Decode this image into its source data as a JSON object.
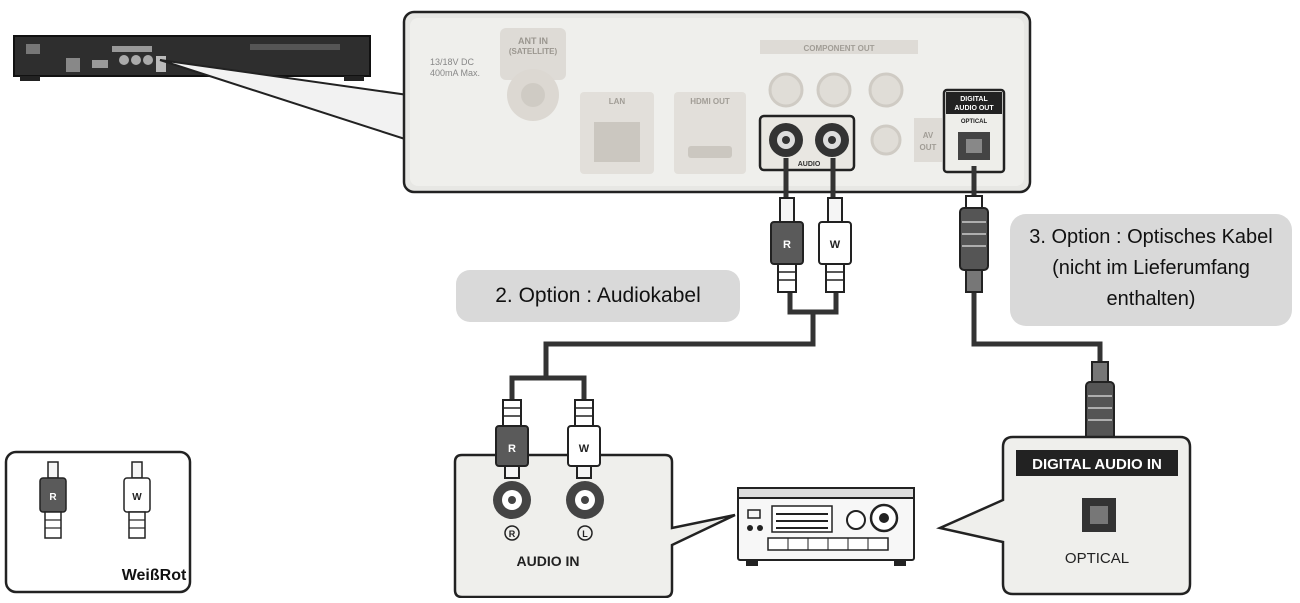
{
  "device_panel": {
    "ant_in_line1": "ANT IN",
    "ant_in_line2": "(SATELLITE)",
    "power_line1": "13/18V DC",
    "power_line2": "400mA Max.",
    "lan": "LAN",
    "hdmi_out": "HDMI OUT",
    "component_out": "COMPONENT OUT",
    "audio": "AUDIO",
    "av_line1": "AV",
    "av_line2": "OUT",
    "digital_audio_out_line1": "DIGITAL",
    "digital_audio_out_line2": "AUDIO OUT",
    "optical_port": "OPTICAL"
  },
  "plug_letters": {
    "red": "R",
    "white": "W"
  },
  "option_audio": "2. Option : Audiokabel",
  "option_optical": {
    "line1": "3. Option : Optisches Kabel",
    "line2": "(nicht im Lieferumfang",
    "line3": "enthalten)"
  },
  "audio_in": {
    "right_symbol": "R",
    "left_symbol": "L",
    "label": "AUDIO IN"
  },
  "digital_in": {
    "header": "DIGITAL AUDIO IN",
    "label": "OPTICAL"
  },
  "legend": {
    "label": "WeißRot"
  },
  "colors": {
    "line": "#222222",
    "panel": "#eeeeea",
    "callout": "#d9d9d9",
    "port_dark": "#333333"
  }
}
